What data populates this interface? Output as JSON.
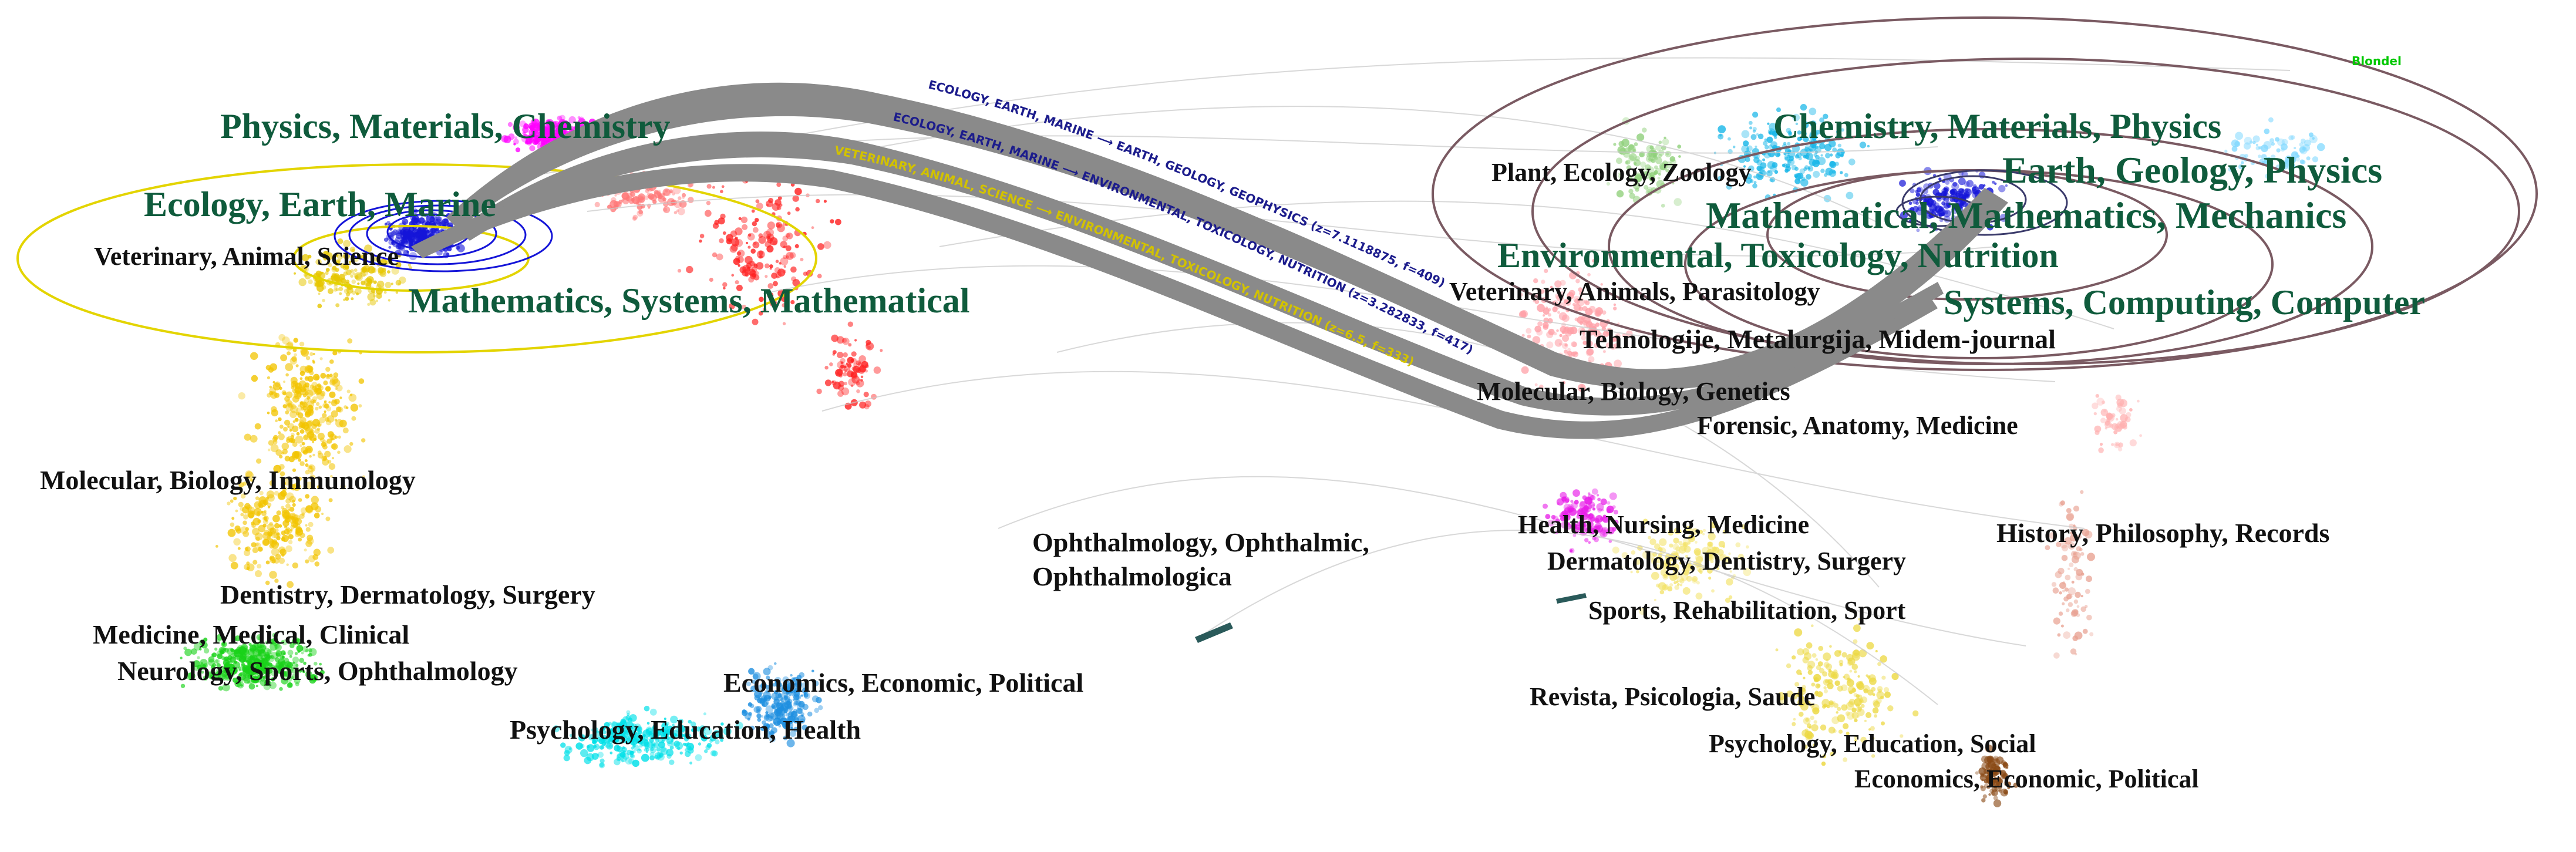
{
  "watermark": "Blondel",
  "left_map": {
    "labels": [
      "Physics, Materials, Chemistry",
      "Ecology, Earth, Marine",
      "Veterinary, Animal, Science",
      "Mathematics, Systems, Mathematical",
      "Molecular, Biology, Immunology",
      "Dentistry, Dermatology, Surgery",
      "Medicine, Medical, Clinical",
      "Neurology, Sports, Ophthalmology",
      "Economics, Economic, Political",
      "Psychology, Education, Health"
    ]
  },
  "middle": {
    "label_line1": "Ophthalmology, Ophthalmic,",
    "label_line2": "Ophthalmologica"
  },
  "right_map": {
    "labels": [
      "Chemistry, Materials, Physics",
      "Plant,  Ecology, Zoology",
      "Earth,  Geology, Physics",
      "Mathematical, Mathematics, Mechanics",
      "Environmental, Toxicology, Nutrition",
      "Veterinary,  Animals, Parasitology",
      "Systems,  Computing, Computer",
      "Tehnologije, Metalurgija, Midem-journal",
      "Molecular, Biology, Genetics",
      "Forensic, Anatomy, Medicine",
      "Health,  Nursing, Medicine",
      "History, Philosophy, Records",
      "Dermatology, Dentistry, Surgery",
      "Sports, Rehabilitation, Sport",
      "Revista, Psicologia, Saude",
      "Psychology, Education, Social",
      "Economics, Economic, Political"
    ]
  },
  "flows": [
    "ECOLOGY, EARTH, MARINE ⟶ EARTH, GEOLOGY, GEOPHYSICS (z=7.1118875, f=409)",
    "ECOLOGY, EARTH, MARINE ⟶ ENVIRONMENTAL, TOXICOLOGY, NUTRITION (z=3.282833, f=417)",
    "VETERINARY, ANIMAL, SCIENCE ⟶ ENVIRONMENTAL, TOXICOLOGY, NUTRITION (z=6.5, f=333)"
  ],
  "colors": {
    "label_green": "#0f5b3c",
    "label_black": "#111111",
    "flow_band": "#8a8a8a",
    "flow_text": "#1c1c8c",
    "yellow_ellipse": "#e3d400",
    "blue_cluster": "#1515d8",
    "right_ellipses": "#7a5a62"
  }
}
